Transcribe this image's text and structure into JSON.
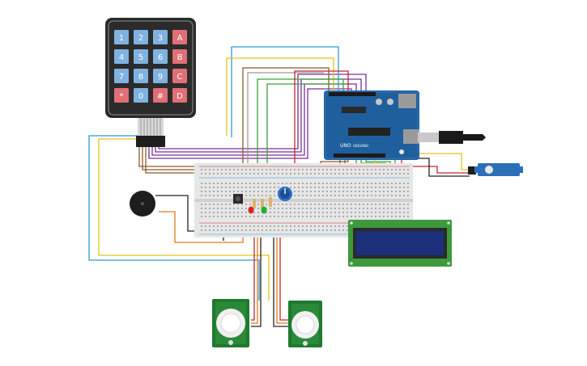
{
  "keypad": {
    "keys": [
      [
        "1",
        "2",
        "3",
        "A"
      ],
      [
        "4",
        "5",
        "6",
        "B"
      ],
      [
        "7",
        "8",
        "9",
        "C"
      ],
      [
        "*",
        "0",
        "#",
        "D"
      ]
    ]
  },
  "arduino": {
    "model_label": "UNO",
    "brand_label": "ARDUINO"
  },
  "pir_sensors": [
    {
      "id": "pir-left"
    },
    {
      "id": "pir-right"
    }
  ],
  "colors": {
    "wire_blue": "#2f9ad8",
    "wire_yellow": "#e8c21b",
    "wire_brown": "#8a5a2b",
    "wire_purple": "#7b2f9b",
    "wire_green": "#3aa13a",
    "wire_red": "#c0282d",
    "wire_black": "#222222",
    "wire_orange": "#e07b1a",
    "arduino_blue": "#1f5f9e",
    "lcd_green": "#3c9a3c",
    "lcd_screen": "#1c2f7a",
    "pir_green": "#1d7a2e",
    "servo_blue": "#2b6fb8"
  }
}
